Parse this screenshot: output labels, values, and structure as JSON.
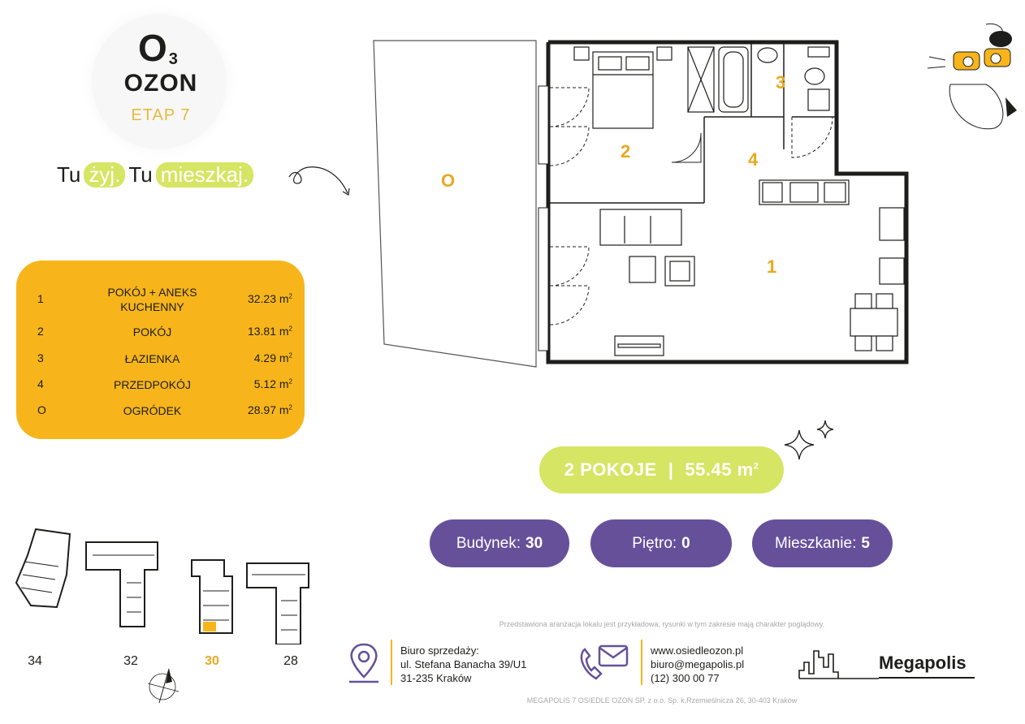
{
  "brand": {
    "mark": "O",
    "mark_sub": "3",
    "name": "OZON",
    "stage": "ETAP 7"
  },
  "slogan": {
    "part1": "Tu",
    "part2": "żyj.",
    "part3": "Tu",
    "part4": "mieszkaj."
  },
  "rooms": [
    {
      "no": "1",
      "name": "POKÓJ + ANEKS KUCHENNY",
      "area": "32.23 m",
      "sup": "2"
    },
    {
      "no": "2",
      "name": "POKÓJ",
      "area": "13.81 m",
      "sup": "2"
    },
    {
      "no": "3",
      "name": "ŁAZIENKA",
      "area": "4.29 m",
      "sup": "2"
    },
    {
      "no": "4",
      "name": "PRZEDPOKÓJ",
      "area": "5.12 m",
      "sup": "2"
    },
    {
      "no": "O",
      "name": "OGRÓDEK",
      "area": "28.97 m",
      "sup": "2"
    }
  ],
  "plan_labels": {
    "r1": "1",
    "r2": "2",
    "r3": "3",
    "r4": "4",
    "garden": "O"
  },
  "summary": {
    "rooms": "2 POKOJE",
    "separator": "|",
    "area": "55.45 m",
    "sup": "2"
  },
  "info": {
    "building_label": "Budynek:",
    "building_value": "30",
    "floor_label": "Piętro:",
    "floor_value": "0",
    "flat_label": "Mieszkanie:",
    "flat_value": "5"
  },
  "buildings": [
    "34",
    "32",
    "30",
    "28"
  ],
  "disclaimer": "Przedstawiona aranżacja lokalu jest przykładowa, rysunki w tym zakresie mają charakter poglądowy.",
  "office": {
    "line1": "Biuro sprzedaży:",
    "line2": "ul. Stefana Banacha 39/U1",
    "line3": "31-235 Kraków"
  },
  "contact": {
    "web": "www.osiedleozon.pl",
    "email": "biuro@megapolis.pl",
    "phone": "(12) 300 00 77"
  },
  "developer": "Megapolis",
  "legal": "MEGAPOLIS 7 OSIEDLE OZON SP. z o.o. Sp. k,Rzemieślnicza 26, 30-403 Kraków",
  "colors": {
    "accent_orange": "#f7b51b",
    "accent_lime": "#d6e563",
    "accent_violet": "#66509a",
    "label_gold": "#e8a91f"
  }
}
